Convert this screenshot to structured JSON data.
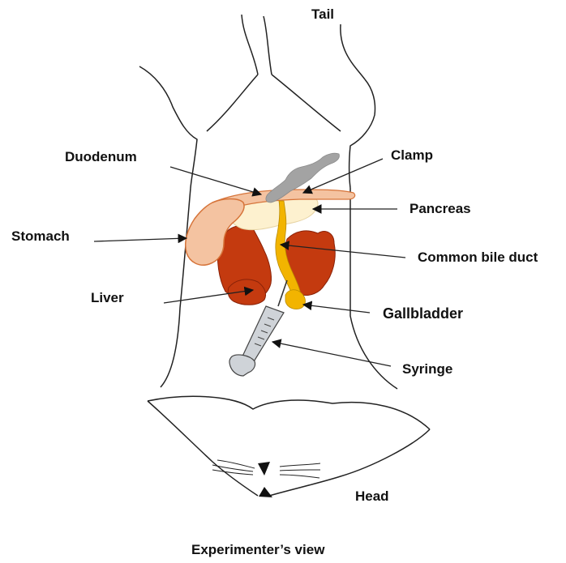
{
  "labels": {
    "tail": "Tail",
    "duodenum": "Duodenum",
    "clamp": "Clamp",
    "pancreas": "Pancreas",
    "stomach": "Stomach",
    "common_bile_duct": "Common bile duct",
    "liver": "Liver",
    "gallbladder": "Gallbladder",
    "syringe": "Syringe",
    "head": "Head"
  },
  "caption": "Experimenter’s view",
  "colors": {
    "outline": "#222222",
    "stomach": "#f4c3a1",
    "stomach_edge": "#d6743a",
    "pancreas": "#fdf1cf",
    "liver": "#c43a0f",
    "liver_edge": "#8a2208",
    "bile_duct": "#f2b400",
    "clamp": "#a3a3a3",
    "syringe": "#cfd3d8"
  }
}
